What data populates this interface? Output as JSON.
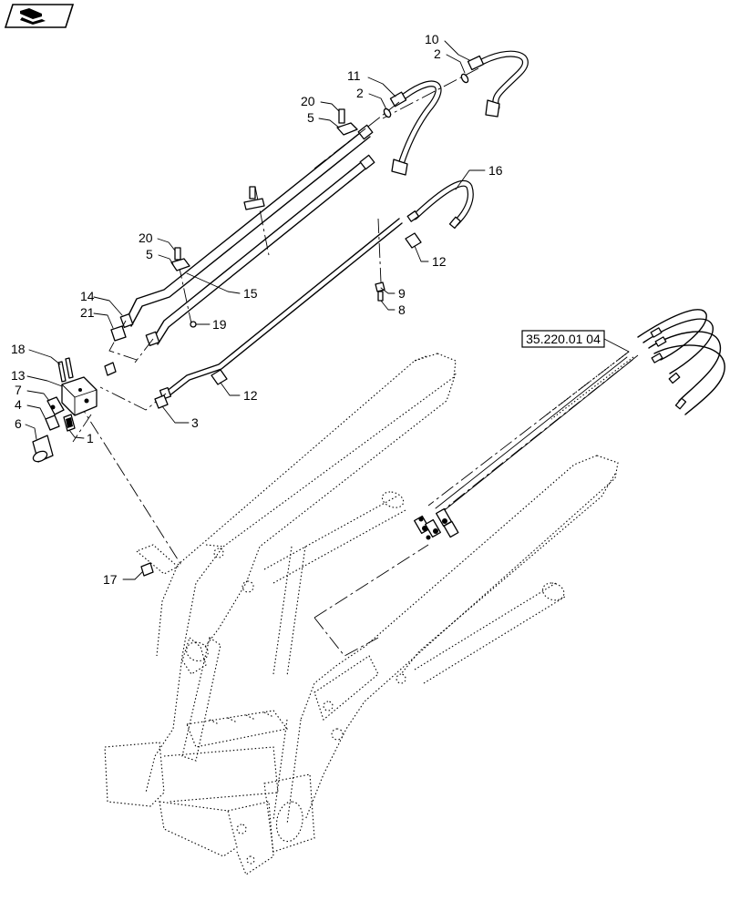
{
  "reference_box": {
    "label": "35.220.01 04"
  },
  "callouts": [
    {
      "id": "c10",
      "label": "10"
    },
    {
      "id": "c2a",
      "label": "2"
    },
    {
      "id": "c11",
      "label": "11"
    },
    {
      "id": "c2b",
      "label": "2"
    },
    {
      "id": "c20a",
      "label": "20"
    },
    {
      "id": "c5a",
      "label": "5"
    },
    {
      "id": "c16",
      "label": "16"
    },
    {
      "id": "c12a",
      "label": "12"
    },
    {
      "id": "c20b",
      "label": "20"
    },
    {
      "id": "c5b",
      "label": "5"
    },
    {
      "id": "c9",
      "label": "9"
    },
    {
      "id": "c8",
      "label": "8"
    },
    {
      "id": "c14",
      "label": "14"
    },
    {
      "id": "c15",
      "label": "15"
    },
    {
      "id": "c21",
      "label": "21"
    },
    {
      "id": "c19",
      "label": "19"
    },
    {
      "id": "c18",
      "label": "18"
    },
    {
      "id": "c13",
      "label": "13"
    },
    {
      "id": "c7",
      "label": "7"
    },
    {
      "id": "c4",
      "label": "4"
    },
    {
      "id": "c6",
      "label": "6"
    },
    {
      "id": "c1",
      "label": "1"
    },
    {
      "id": "c12b",
      "label": "12"
    },
    {
      "id": "c3",
      "label": "3"
    },
    {
      "id": "c17",
      "label": "17"
    }
  ]
}
